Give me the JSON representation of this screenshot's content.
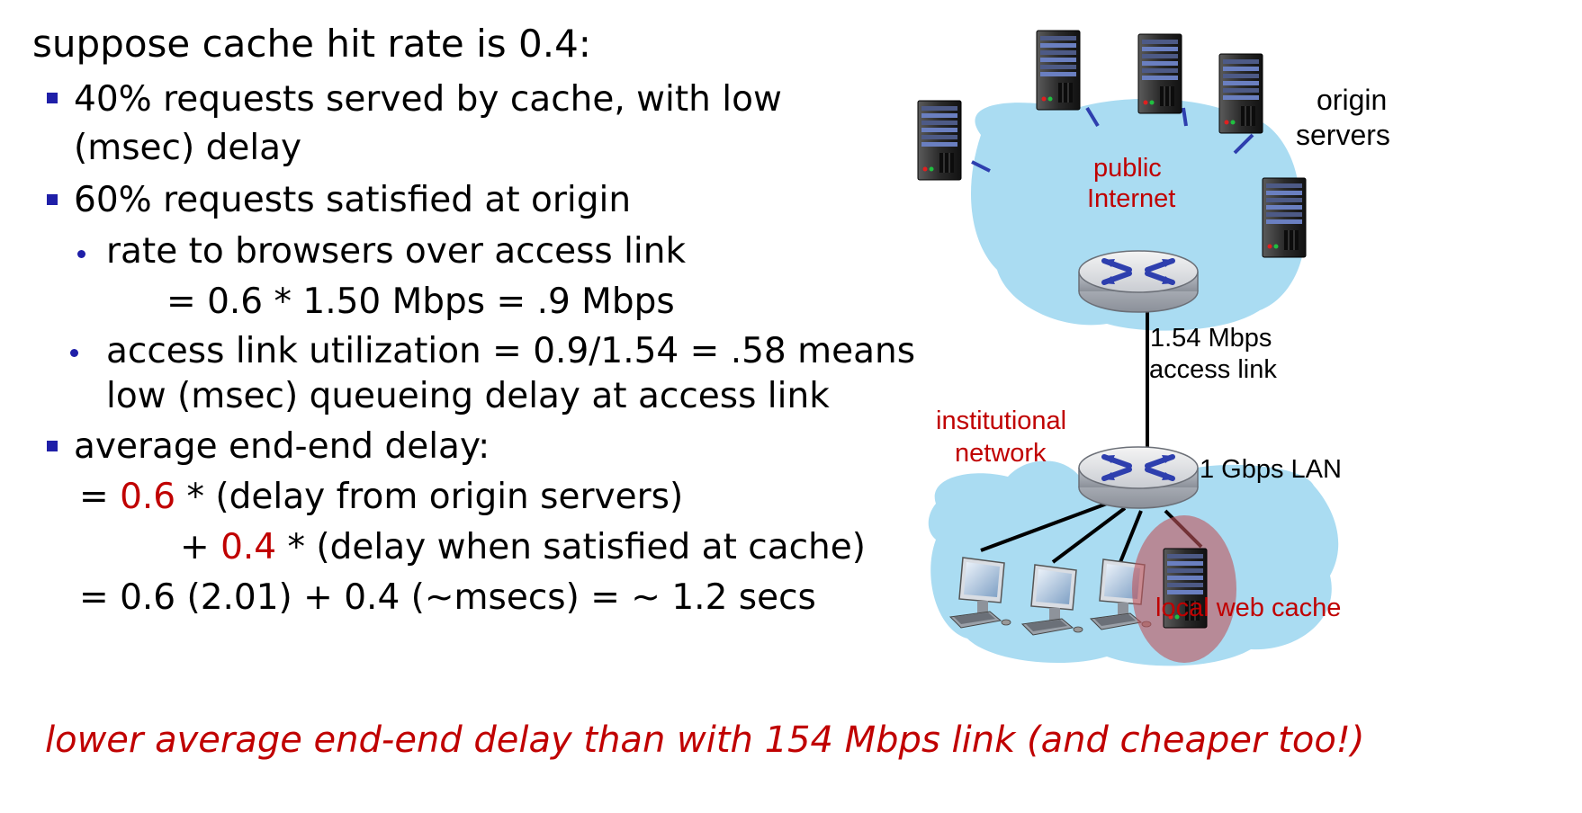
{
  "heading": "suppose cache hit rate is 0.4:",
  "bullets": {
    "b1_line1": "40% requests served by cache, with low",
    "b1_line2": "(msec) delay",
    "b2": "60% requests satisfied at origin",
    "sub1": "rate to browsers over access link",
    "sub1_eq": "= 0.6 * 1.50 Mbps  =  .9 Mbps",
    "sub2_line1": "access link utilization = 0.9/1.54 = .58 means",
    "sub2_line2": "low (msec) queueing delay at access link",
    "b3": "average end-end delay:"
  },
  "equation": {
    "line1_pre": "= ",
    "line1_coef": "0.6",
    "line1_post": " * (delay from origin servers)",
    "line2_pre": "+ ",
    "line2_coef": "0.4",
    "line2_post": " * (delay when satisfied at cache)",
    "line3": "= 0.6 (2.01) + 0.4 (~msecs) = ~ 1.2 secs"
  },
  "conclusion": "lower average end-end delay than with 154 Mbps link (and cheaper too!)",
  "diagram": {
    "origin_label_1": "origin",
    "origin_label_2": "servers",
    "public_1": "public",
    "public_2": "Internet",
    "access_1": "1.54 Mbps",
    "access_2": "access link",
    "inst_1": "institutional",
    "inst_2": "network",
    "lan": "1 Gbps LAN",
    "cache": "local web cache"
  },
  "colors": {
    "cloud": "#aadcf2",
    "bullet": "#1f1fa8",
    "accent_red": "#c00000",
    "cache_highlight": "#c0545a"
  }
}
